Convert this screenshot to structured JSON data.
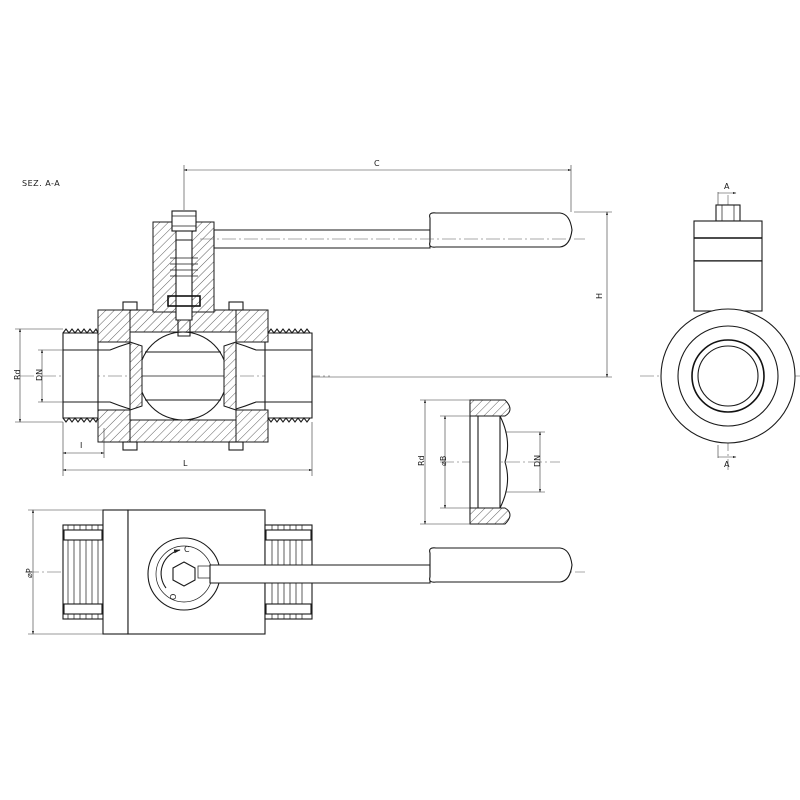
{
  "section_title": "SEZ. A-A",
  "dimensions": {
    "c": "C",
    "h": "H",
    "rd_main": "Rd",
    "dn_main": "DN",
    "i": "I",
    "l": "L",
    "p": "⌀P",
    "rd_fitting": "Rd",
    "b": "⌀B",
    "dn_fitting": "DN"
  },
  "section_markers": {
    "top": "A",
    "bottom": "A"
  },
  "plate_markings": {
    "close": "C",
    "open": "O"
  }
}
